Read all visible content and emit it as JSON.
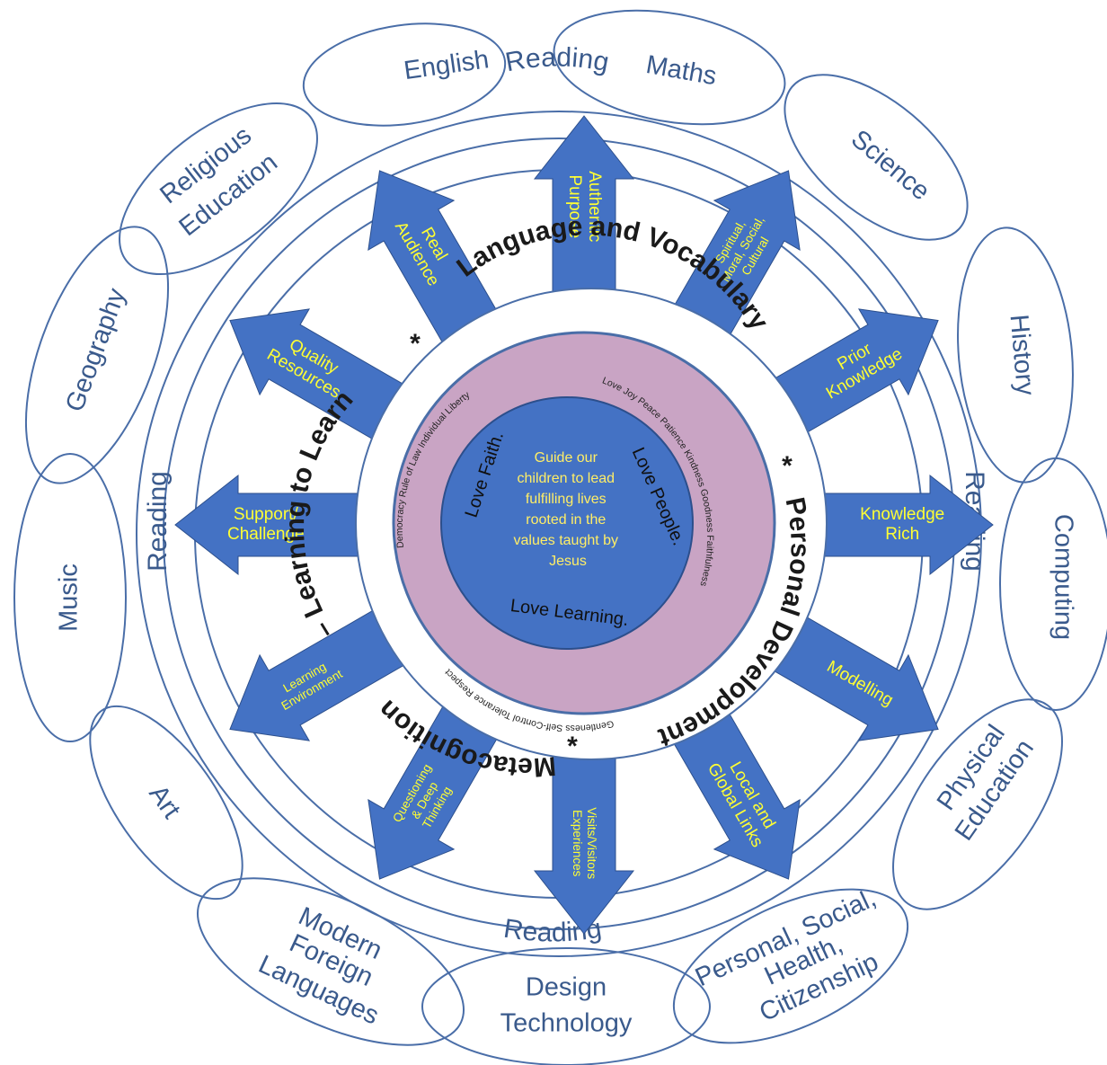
{
  "colors": {
    "outline": "#4a6ea8",
    "subject_text": "#3a5a8c",
    "arrow_fill": "#4472c4",
    "arrow_text": "#ffff33",
    "ring_pink": "#c9a4c4",
    "core_blue": "#4472c4",
    "center_text": "#ffee66"
  },
  "subjects": [
    {
      "label": "English"
    },
    {
      "label": "Maths"
    },
    {
      "label": "Science"
    },
    {
      "label": "History"
    },
    {
      "label": "Computing"
    },
    {
      "label": "Physical Education"
    },
    {
      "label": "Personal, Social, Health, Citizenship"
    },
    {
      "label": "Design Technology"
    },
    {
      "label": "Modern Foreign Languages"
    },
    {
      "label": "Art"
    },
    {
      "label": "Music"
    },
    {
      "label": "Geography"
    },
    {
      "label": "Religious Education"
    }
  ],
  "reading_label": "Reading",
  "arrows": [
    {
      "label": "Authentic Purpose",
      "icon": "arrow-up-icon"
    },
    {
      "label": "Spiritual, Moral, Social, Cultural",
      "icon": "arrow-icon"
    },
    {
      "label": "Prior Knowledge",
      "icon": "arrow-icon"
    },
    {
      "label": "Knowledge Rich",
      "icon": "arrow-right-icon"
    },
    {
      "label": "Modelling",
      "icon": "arrow-icon"
    },
    {
      "label": "Local and Global Links",
      "icon": "arrow-icon"
    },
    {
      "label": "Visits/Visitors Experiences",
      "icon": "arrow-down-icon"
    },
    {
      "label": "Questioning & Deep Thinking",
      "icon": "arrow-icon"
    },
    {
      "label": "Learning Environment",
      "icon": "arrow-icon"
    },
    {
      "label": "Support/ Challenge",
      "icon": "arrow-left-icon"
    },
    {
      "label": "Quality Resources",
      "icon": "arrow-icon"
    },
    {
      "label": "Real Audience",
      "icon": "arrow-icon"
    }
  ],
  "ring": {
    "top": "Language and Vocabulary",
    "right": "Personal Development",
    "bottom": "Metacognition",
    "left": "– Learning to Learn",
    "separator": "*"
  },
  "values": {
    "right_arc": "Love  Joy  Peace  Patience  Kindness  Goodness  Faithfulness",
    "bottom_arc": "Gentleness  Self-Control  Tolerance  Respect",
    "left_arc": "Democracy  Rule of Law  Individual Liberty"
  },
  "core": {
    "love_faith": "Love Faith.",
    "love_people": "Love People.",
    "love_learning": "Love Learning.",
    "center_lines": [
      "Guide our",
      "children to lead",
      "fulfilling lives",
      "rooted in the",
      "values taught by",
      "Jesus"
    ]
  }
}
